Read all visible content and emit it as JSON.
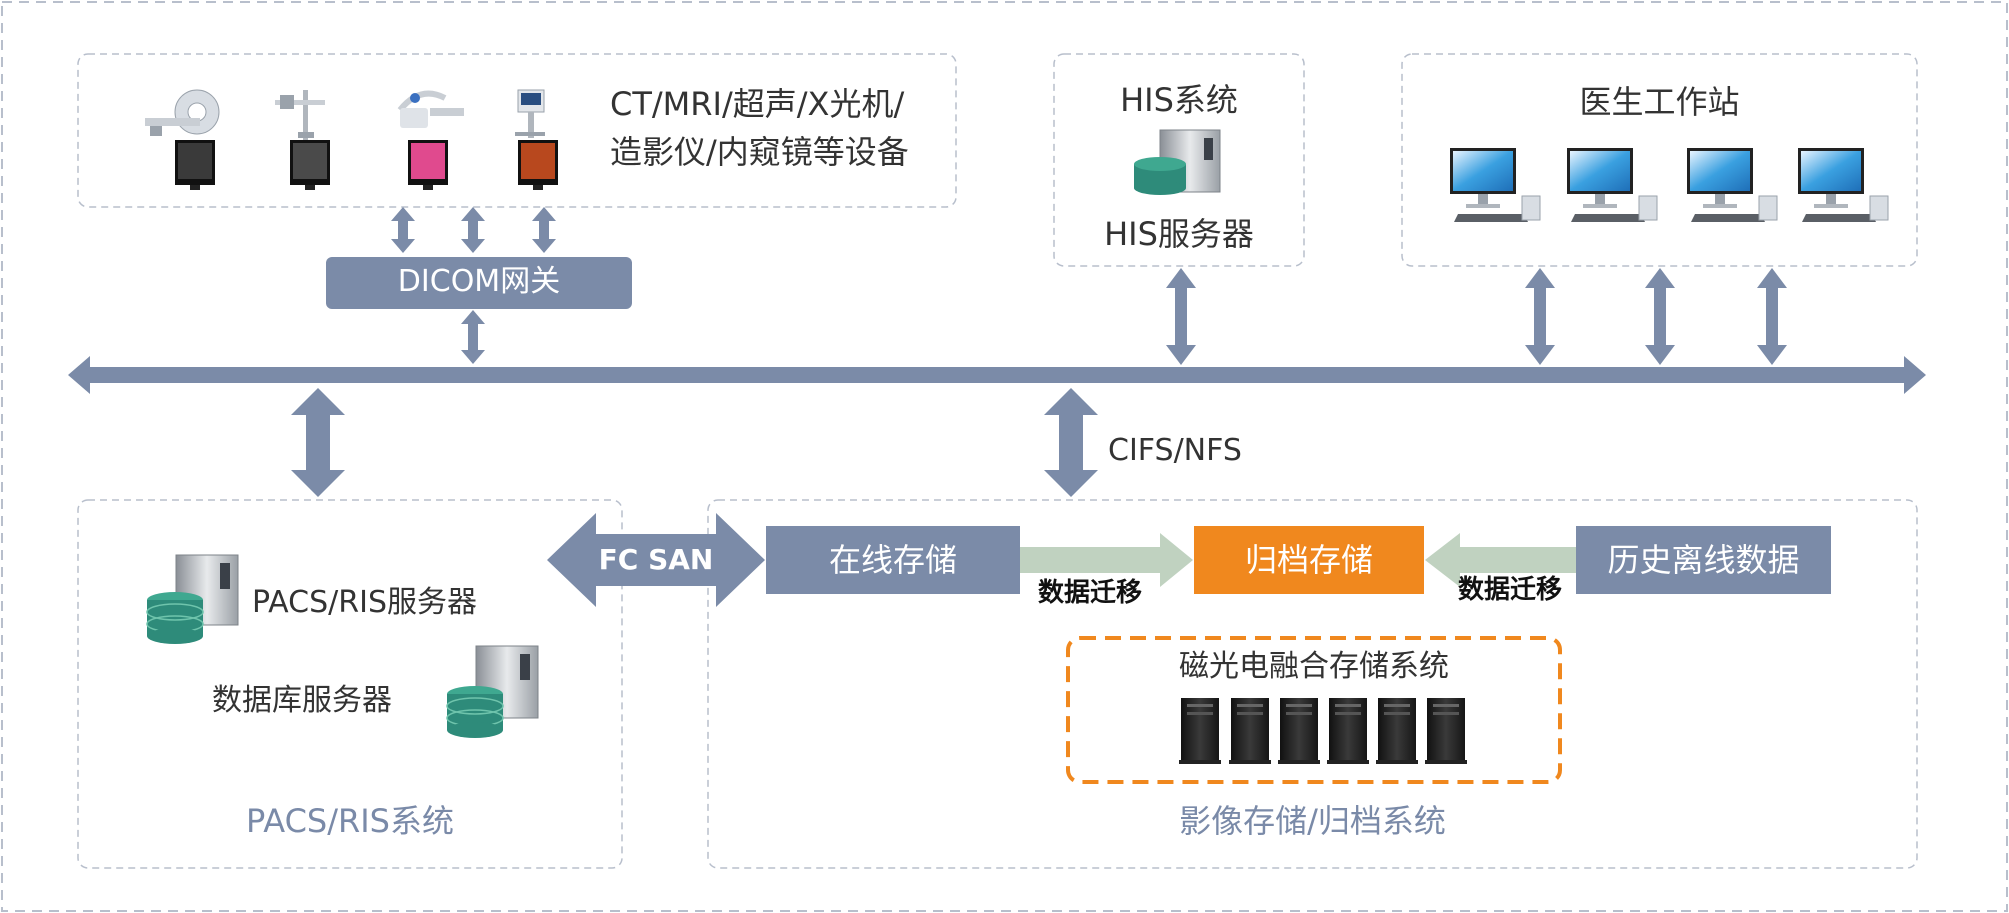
{
  "devices": {
    "label_line1": "CT/MRI/超声/X光机/",
    "label_line2": "造影仪/内窥镜等设备"
  },
  "dicom_gateway": {
    "label": "DICOM网关"
  },
  "his": {
    "title": "HIS系统",
    "server_label": "HIS服务器"
  },
  "doctor_workstation": {
    "title": "医生工作站"
  },
  "protocol": {
    "label": "CIFS/NFS"
  },
  "fc_san": {
    "label": "FC SAN"
  },
  "pacs_ris": {
    "server_label": "PACS/RIS服务器",
    "db_label": "数据库服务器",
    "system_label": "PACS/RIS系统"
  },
  "storage": {
    "online_label": "在线存储",
    "archive_label": "归档存储",
    "offline_label": "历史离线数据",
    "migration_left": "数据迁移",
    "migration_right": "数据迁移",
    "hybrid_label": "磁光电融合存储系统",
    "system_label": "影像存储/归档系统"
  },
  "colors": {
    "bus": "#7b8ba8",
    "gateway_fill": "#7b8ba8",
    "online_fill": "#7b8ba8",
    "archive_fill": "#f0881e",
    "migration_arrow": "#c0d2c0",
    "dashed_border": "#b8bfcc",
    "hybrid_border": "#f0881e",
    "teal_disk": "#2e8b7a"
  }
}
